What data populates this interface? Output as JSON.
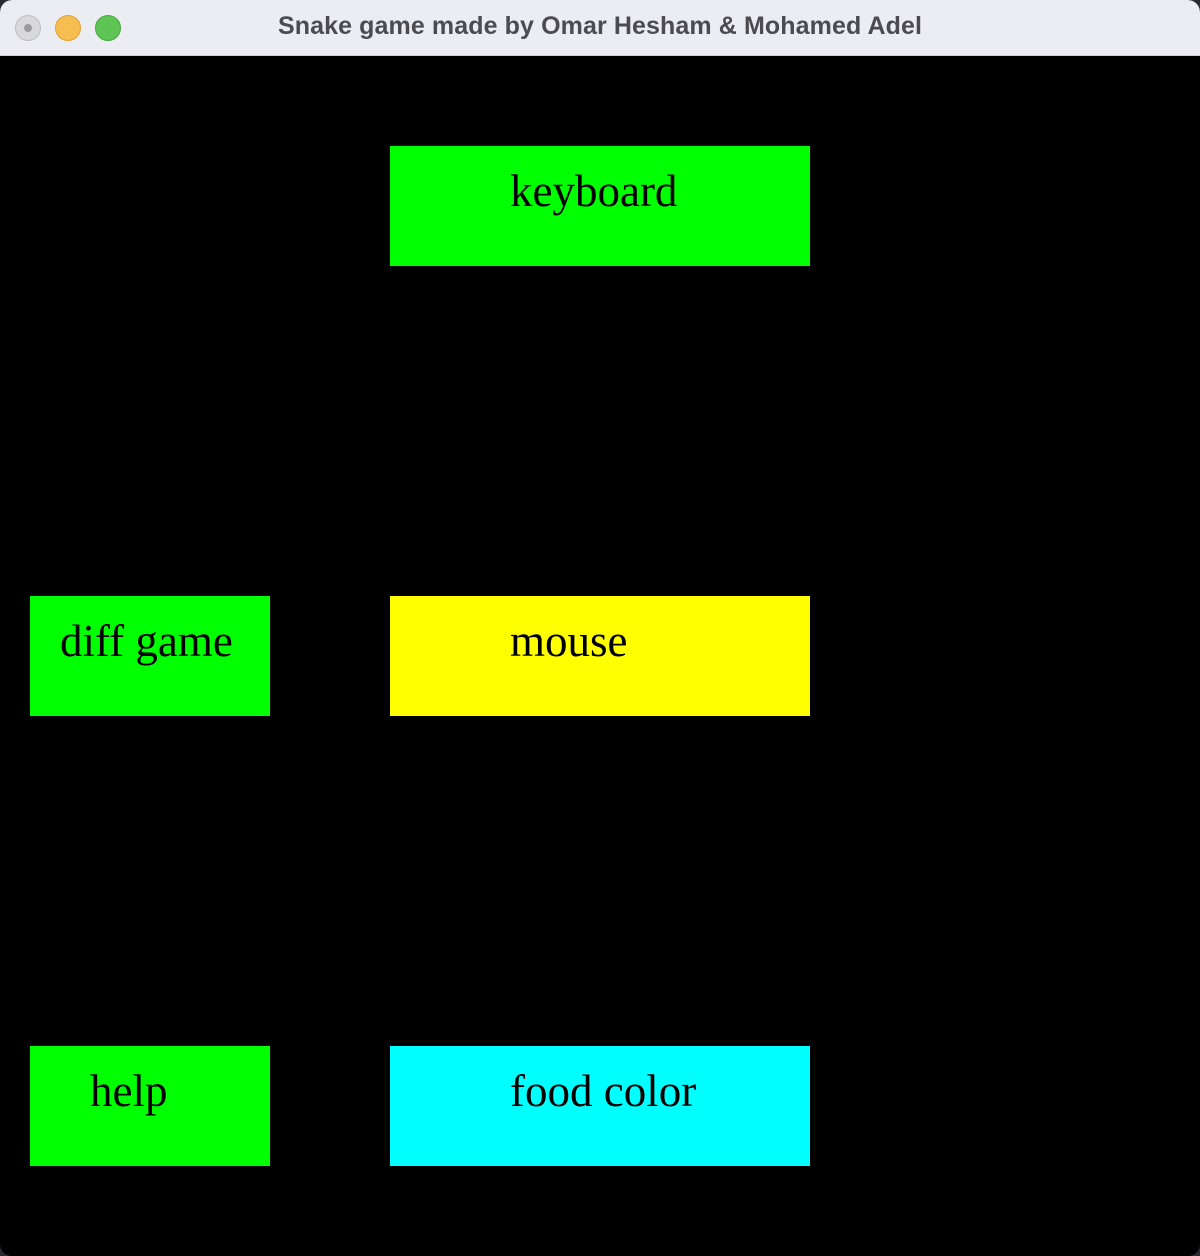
{
  "window": {
    "title": "Snake game made by Omar Hesham & Mohamed Adel",
    "controls": [
      "close",
      "minimize",
      "maximize"
    ]
  },
  "menu": {
    "background": "#000000",
    "buttons": [
      {
        "id": "keyboard",
        "label": "keyboard",
        "color": "#00ff00"
      },
      {
        "id": "diff-game",
        "label": "diff game",
        "color": "#00ff00"
      },
      {
        "id": "mouse",
        "label": "mouse",
        "color": "#ffff00"
      },
      {
        "id": "help",
        "label": "help",
        "color": "#00ff00"
      },
      {
        "id": "food-color",
        "label": "food color",
        "color": "#00ffff"
      }
    ]
  }
}
